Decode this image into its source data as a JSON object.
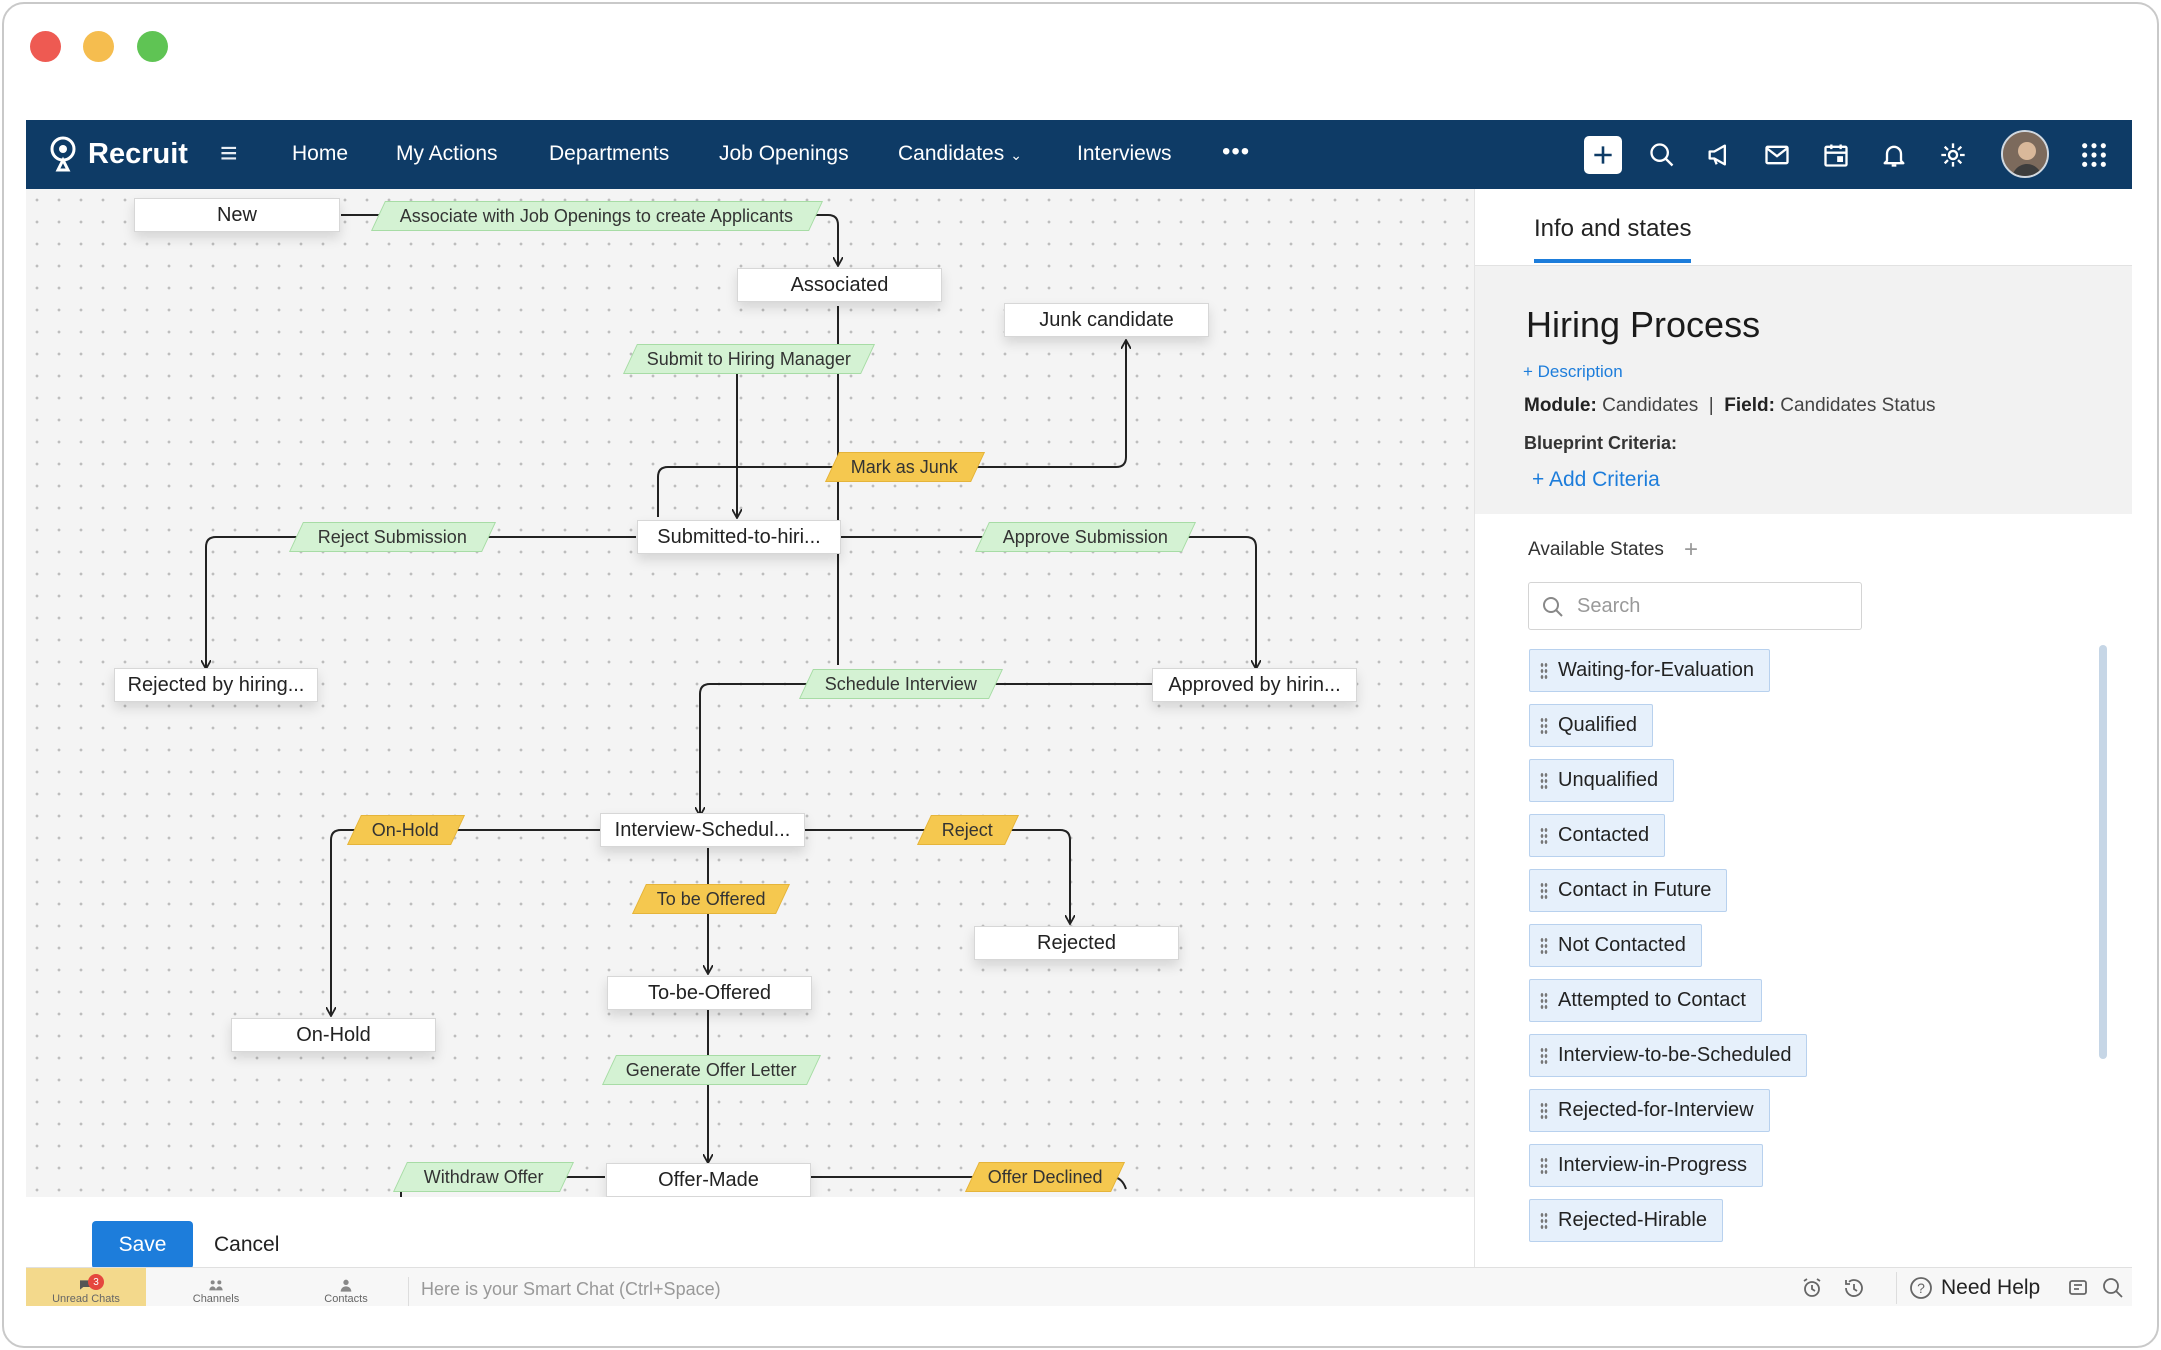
{
  "app": {
    "name": "Recruit"
  },
  "nav": {
    "items": [
      "Home",
      "My Actions",
      "Departments",
      "Job Openings",
      "Candidates",
      "Interviews"
    ],
    "more": "•••"
  },
  "icons": {
    "top": [
      "plus-icon",
      "search-icon",
      "megaphone-icon",
      "mail-icon",
      "calendar-icon",
      "bell-icon",
      "gear-icon",
      "apps-grid-icon"
    ]
  },
  "flow": {
    "states": {
      "new": "New",
      "associated": "Associated",
      "junk": "Junk candidate",
      "submitted": "Submitted-to-hiri...",
      "rejected_hiring": "Rejected by hiring...",
      "approved": "Approved by hirin...",
      "interview": "Interview-Schedul...",
      "rejected": "Rejected",
      "onhold": "On-Hold",
      "tobeoffered": "To-be-Offered",
      "offermade": "Offer-Made"
    },
    "transitions": {
      "associate": "Associate with Job Openings to create Applicants",
      "submit": "Submit to Hiring Manager",
      "junk": "Mark as Junk",
      "reject_sub": "Reject Submission",
      "approve_sub": "Approve Submission",
      "schedule": "Schedule Interview",
      "onhold": "On-Hold",
      "reject": "Reject",
      "tobeoffered": "To be Offered",
      "offer_letter": "Generate Offer Letter",
      "withdraw": "Withdraw Offer",
      "declined": "Offer Declined"
    }
  },
  "actions": {
    "save": "Save",
    "cancel": "Cancel"
  },
  "panel": {
    "tab": "Info and states",
    "title": "Hiring Process",
    "description_link": "+ Description",
    "module_label": "Module:",
    "module_value": "Candidates",
    "separator": "|",
    "field_label": "Field:",
    "field_value": "Candidates Status",
    "criteria_label": "Blueprint Criteria:",
    "add_criteria": "+ Add Criteria",
    "available_states": "Available States",
    "add_state": "+",
    "search_placeholder": "Search",
    "states": [
      "Waiting-for-Evaluation",
      "Qualified",
      "Unqualified",
      "Contacted",
      "Contact in Future",
      "Not Contacted",
      "Attempted to Contact",
      "Interview-to-be-Scheduled",
      "Rejected-for-Interview",
      "Interview-in-Progress",
      "Rejected-Hirable"
    ]
  },
  "chatbar": {
    "unread": "Unread Chats",
    "unread_count": "3",
    "channels": "Channels",
    "contacts": "Contacts",
    "smart_chat": "Here is your Smart Chat (Ctrl+Space)",
    "need_help": "Need Help"
  },
  "colors": {
    "nav_bg": "#0e3b66",
    "accent": "#1d7ddb",
    "transition_green": "#d4f2d3",
    "transition_yellow": "#f5c84f",
    "state_chip": "#e6f0fb"
  }
}
